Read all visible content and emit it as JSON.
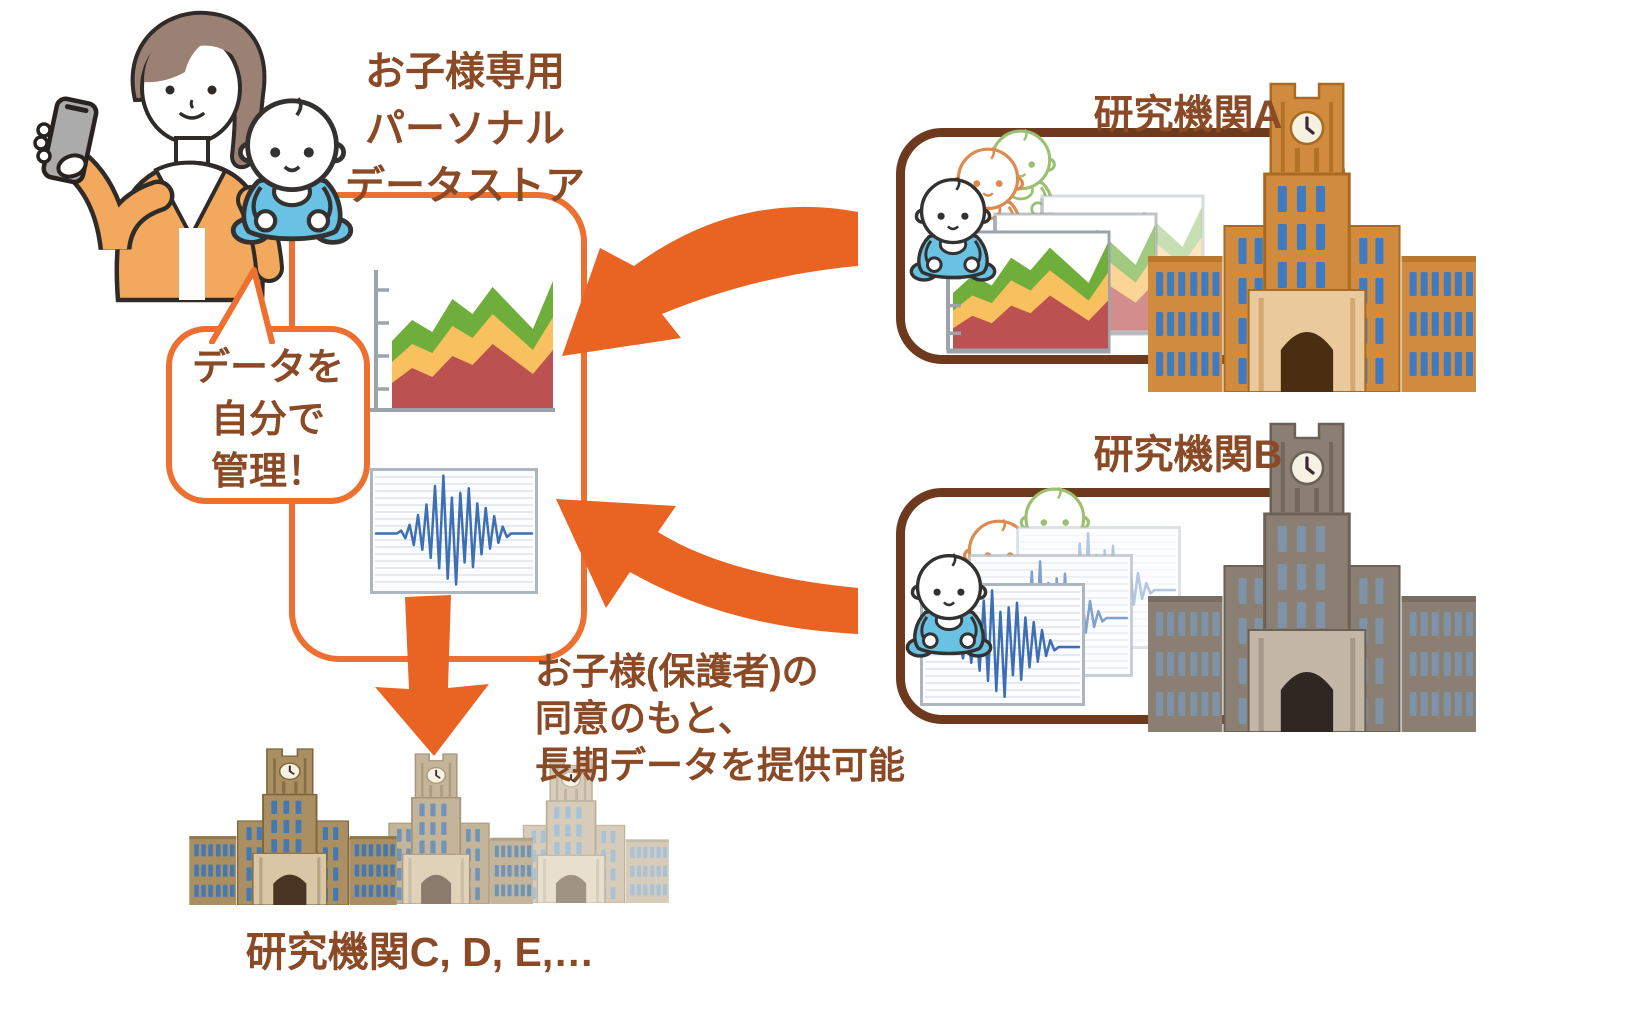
{
  "store": {
    "title_lines": [
      "お子様専用",
      "パーソナル",
      "データストア"
    ],
    "bubble_lines": [
      "データを",
      "自分で",
      "管理！"
    ]
  },
  "institution_a": {
    "label": "研究機関A"
  },
  "institution_b": {
    "label": "研究機関B"
  },
  "institutions_bottom": {
    "label": "研究機関C, D, E,…"
  },
  "consent_lines": [
    "お子様(保護者)の",
    "同意のもと、",
    "長期データを提供可能"
  ],
  "colors": {
    "text_brown": "#8A4A26",
    "accent_orange": "#EE7030",
    "arrow_orange": "#E96322",
    "institution_box_brown": "#6E3A1E",
    "chart_green": "#6FAE3B",
    "chart_yellow": "#F8C05E",
    "chart_red": "#BC5151",
    "waveform_blue": "#3E6FB4",
    "baby_blue": "#69C2E3",
    "baby_line_dark": "#333230",
    "baby_outline_orange": "#DE8A4F",
    "baby_outline_green": "#9CC072",
    "mother_hair": "#9B8173",
    "mother_cardigan": "#F2A85D",
    "smartphone_gray": "#ABABAB",
    "building_a": {
      "main": "#D08B3E",
      "dark": "#A96A22",
      "light": "#EACA9C",
      "window": "#3E7BC0",
      "arch": "#4A2E12"
    },
    "building_b": {
      "main": "#8B7F73",
      "dark": "#6B6156",
      "light": "#C2B6A7",
      "window": "#7E93A8",
      "arch": "#2F2722"
    },
    "building_c1": {
      "main": "#AA8F63",
      "dark": "#7E653C",
      "light": "#D8C6A4",
      "window": "#4379B3",
      "arch": "#4A3423"
    },
    "building_c2": {
      "main": "#C3B49A",
      "dark": "#A5967B",
      "light": "#DFD2B8",
      "window": "#6F94B8",
      "arch": "#8A7B6A"
    },
    "building_c3": {
      "main": "#D6CCB9",
      "dark": "#BCB09B",
      "light": "#E8DFCE",
      "window": "#A8C2D8",
      "arch": "#9F9384"
    }
  }
}
